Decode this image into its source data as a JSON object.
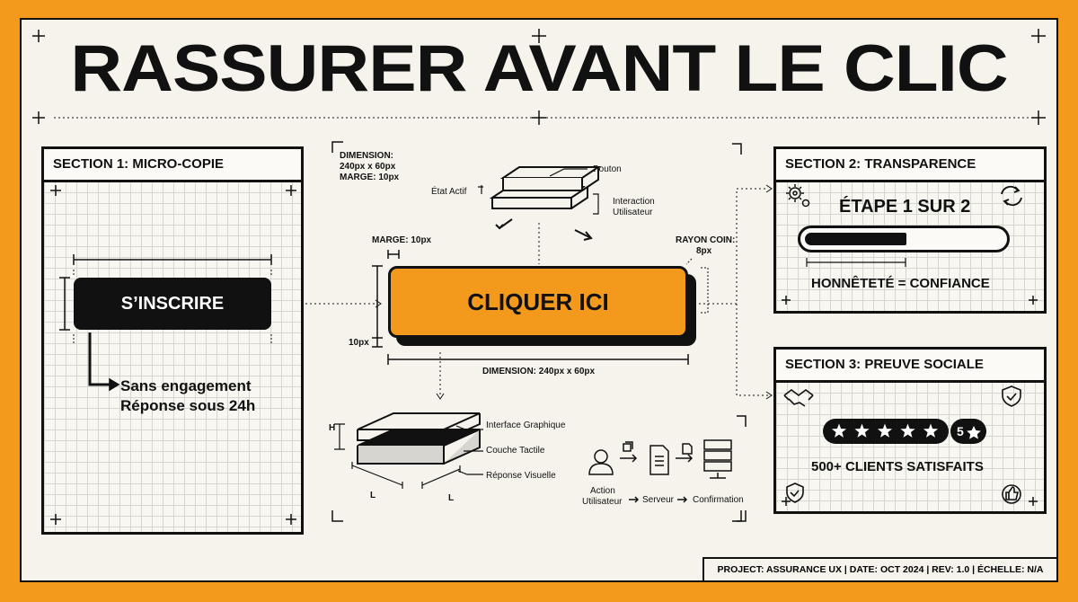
{
  "title": "RASSURER AVANT LE CLIC",
  "section1": {
    "heading": "SECTION 1: MICRO-COPIE",
    "button_label": "S’INSCRIRE",
    "note_line1": "Sans engagement",
    "note_line2": "Réponse sous 24h"
  },
  "center": {
    "dim_note": [
      "DIMENSION:",
      "240px x 60px",
      "MARGE: 10px"
    ],
    "layer_labels": {
      "button": "Bouton",
      "active": "État Actif",
      "interaction1": "Interaction",
      "interaction2": "Utilisateur"
    },
    "margin_label": "MARGE: 10px",
    "radius_label1": "RAYON COIN:",
    "radius_label2": "8px",
    "cta_label": "CLIQUER ICI",
    "height_label": "10px",
    "dimension_label": "DIMENSION: 240px x 60px",
    "stack_labels": {
      "h": "H",
      "gui": "Interface Graphique",
      "touch": "Couche Tactile",
      "visual": "Réponse Visuelle",
      "l1": "L",
      "l2": "L"
    },
    "flow": {
      "action1": "Action",
      "action2": "Utilisateur",
      "server": "Serveur",
      "confirm": "Confirmation"
    }
  },
  "section2": {
    "heading": "SECTION 2: TRANSPARENCE",
    "step": "ÉTAPE 1 SUR 2",
    "progress": 0.5,
    "tagline": "HONNÊTETÉ = CONFIANCE"
  },
  "section3": {
    "heading": "SECTION 3: PREUVE SOCIALE",
    "stars": 5,
    "rating": "5",
    "clients": "500+ CLIENTS SATISFAITS"
  },
  "footer": "PROJECT: ASSURANCE UX  |  DATE: OCT 2024  |  REV: 1.0  |  ÉCHELLE: N/A",
  "colors": {
    "accent": "#f39a1c",
    "ink": "#111111",
    "paper": "#f5f3ec"
  },
  "icons": [
    "gear-icon",
    "refresh-icon",
    "handshake-icon",
    "shield-check-icon",
    "thumbs-up-icon",
    "user-icon",
    "document-icon",
    "server-icon",
    "star-icon"
  ]
}
